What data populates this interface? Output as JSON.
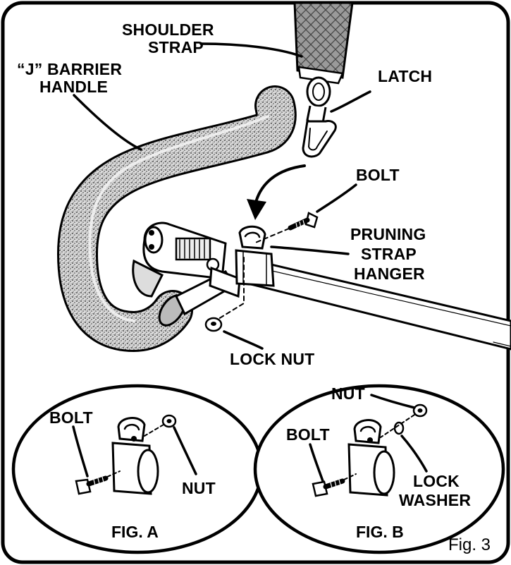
{
  "labels": {
    "shoulder_strap_1": "SHOULDER",
    "shoulder_strap_2": "STRAP",
    "j_barrier_1": "“J” BARRIER",
    "j_barrier_2": "HANDLE",
    "latch": "LATCH",
    "bolt": "BOLT",
    "pruning_1": "PRUNING",
    "pruning_2": "STRAP",
    "pruning_3": "HANGER",
    "lock_nut": "LOCK NUT"
  },
  "fig_a": {
    "title": "FIG. A",
    "bolt": "BOLT",
    "nut": "NUT"
  },
  "fig_b": {
    "title": "FIG. B",
    "nut": "NUT",
    "bolt": "BOLT",
    "lock_1": "LOCK",
    "lock_2": "WASHER"
  },
  "figure_number": "Fig. 3",
  "colors": {
    "ink": "#000000",
    "paper": "#ffffff",
    "foam": "#8a8a8a"
  }
}
